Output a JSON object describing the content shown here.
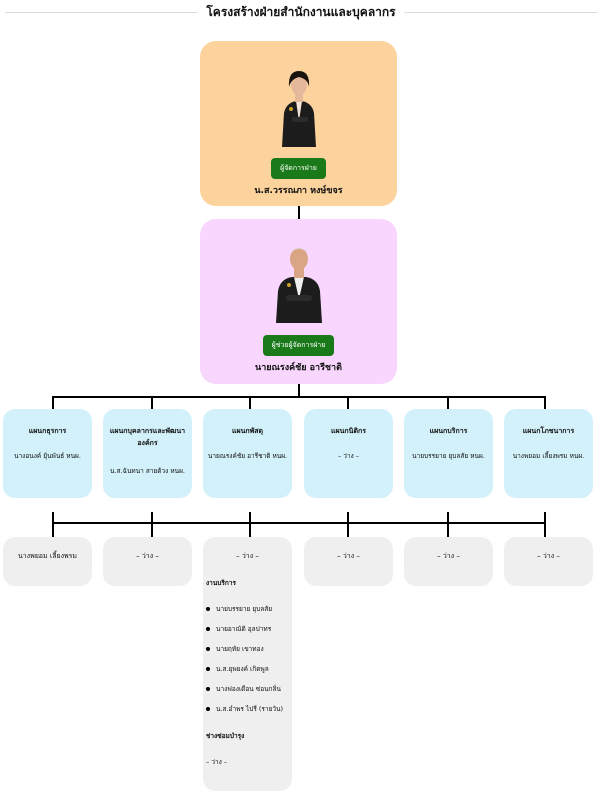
{
  "page": {
    "title": "โครงสร้างฝ่ายสำนักงานและบุคลากร"
  },
  "head": {
    "role": "ผู้จัดการฝ่าย",
    "name": "น.ส.วรรณภา หงษ์ขจร"
  },
  "assistant": {
    "role": "ผู้ช่วยผู้จัดการฝ่าย",
    "name": "นายณรงค์ชัย อารีชาติ"
  },
  "departments": [
    {
      "title": "แผนกธุรการ",
      "person": "นางอนงค์ ยุ้นพันธ์ หนผ."
    },
    {
      "title": "แผนกบุคลากรและพัฒนาองค์กร",
      "person": "น.ส.ฉันทนา สายต้วง หนผ."
    },
    {
      "title": "แผนกพัสดุ",
      "person": "นายณรงค์ชัย อารีชาติ หนผ."
    },
    {
      "title": "แผนกนิติกร",
      "person": "– ว่าง –"
    },
    {
      "title": "แผนกบริการ",
      "person": "นายบรรยาย ยุบลสัย หนผ."
    },
    {
      "title": "แผนกโภชนาการ",
      "person": "นางพยอม เลี้ยงพรม หนผ."
    }
  ],
  "staff": [
    {
      "text": "นางพยอม เลี้ยงพรม"
    },
    {
      "text": "– ว่าง –"
    },
    {
      "text": "– ว่าง –"
    },
    {
      "text": "– ว่าง –"
    },
    {
      "text": "– ว่าง –"
    },
    {
      "text": "– ว่าง –"
    }
  ],
  "service_work": {
    "heading": "งานบริการ",
    "items": [
      "นายบรรยาย ยุบลสัย",
      "นายอาณัติ อุลปาทร",
      "นายฤทัย เขาทอง",
      "น.ส.ยุพยงค์ เกิดพูล",
      "นางฟองเดือน ซ่อนกลิ่น",
      "น.ส.อำพร ไปรี (รายวัน)"
    ],
    "repair_heading": "ช่างซ่อมบำรุง",
    "repair_value": "– ว่าง –"
  }
}
